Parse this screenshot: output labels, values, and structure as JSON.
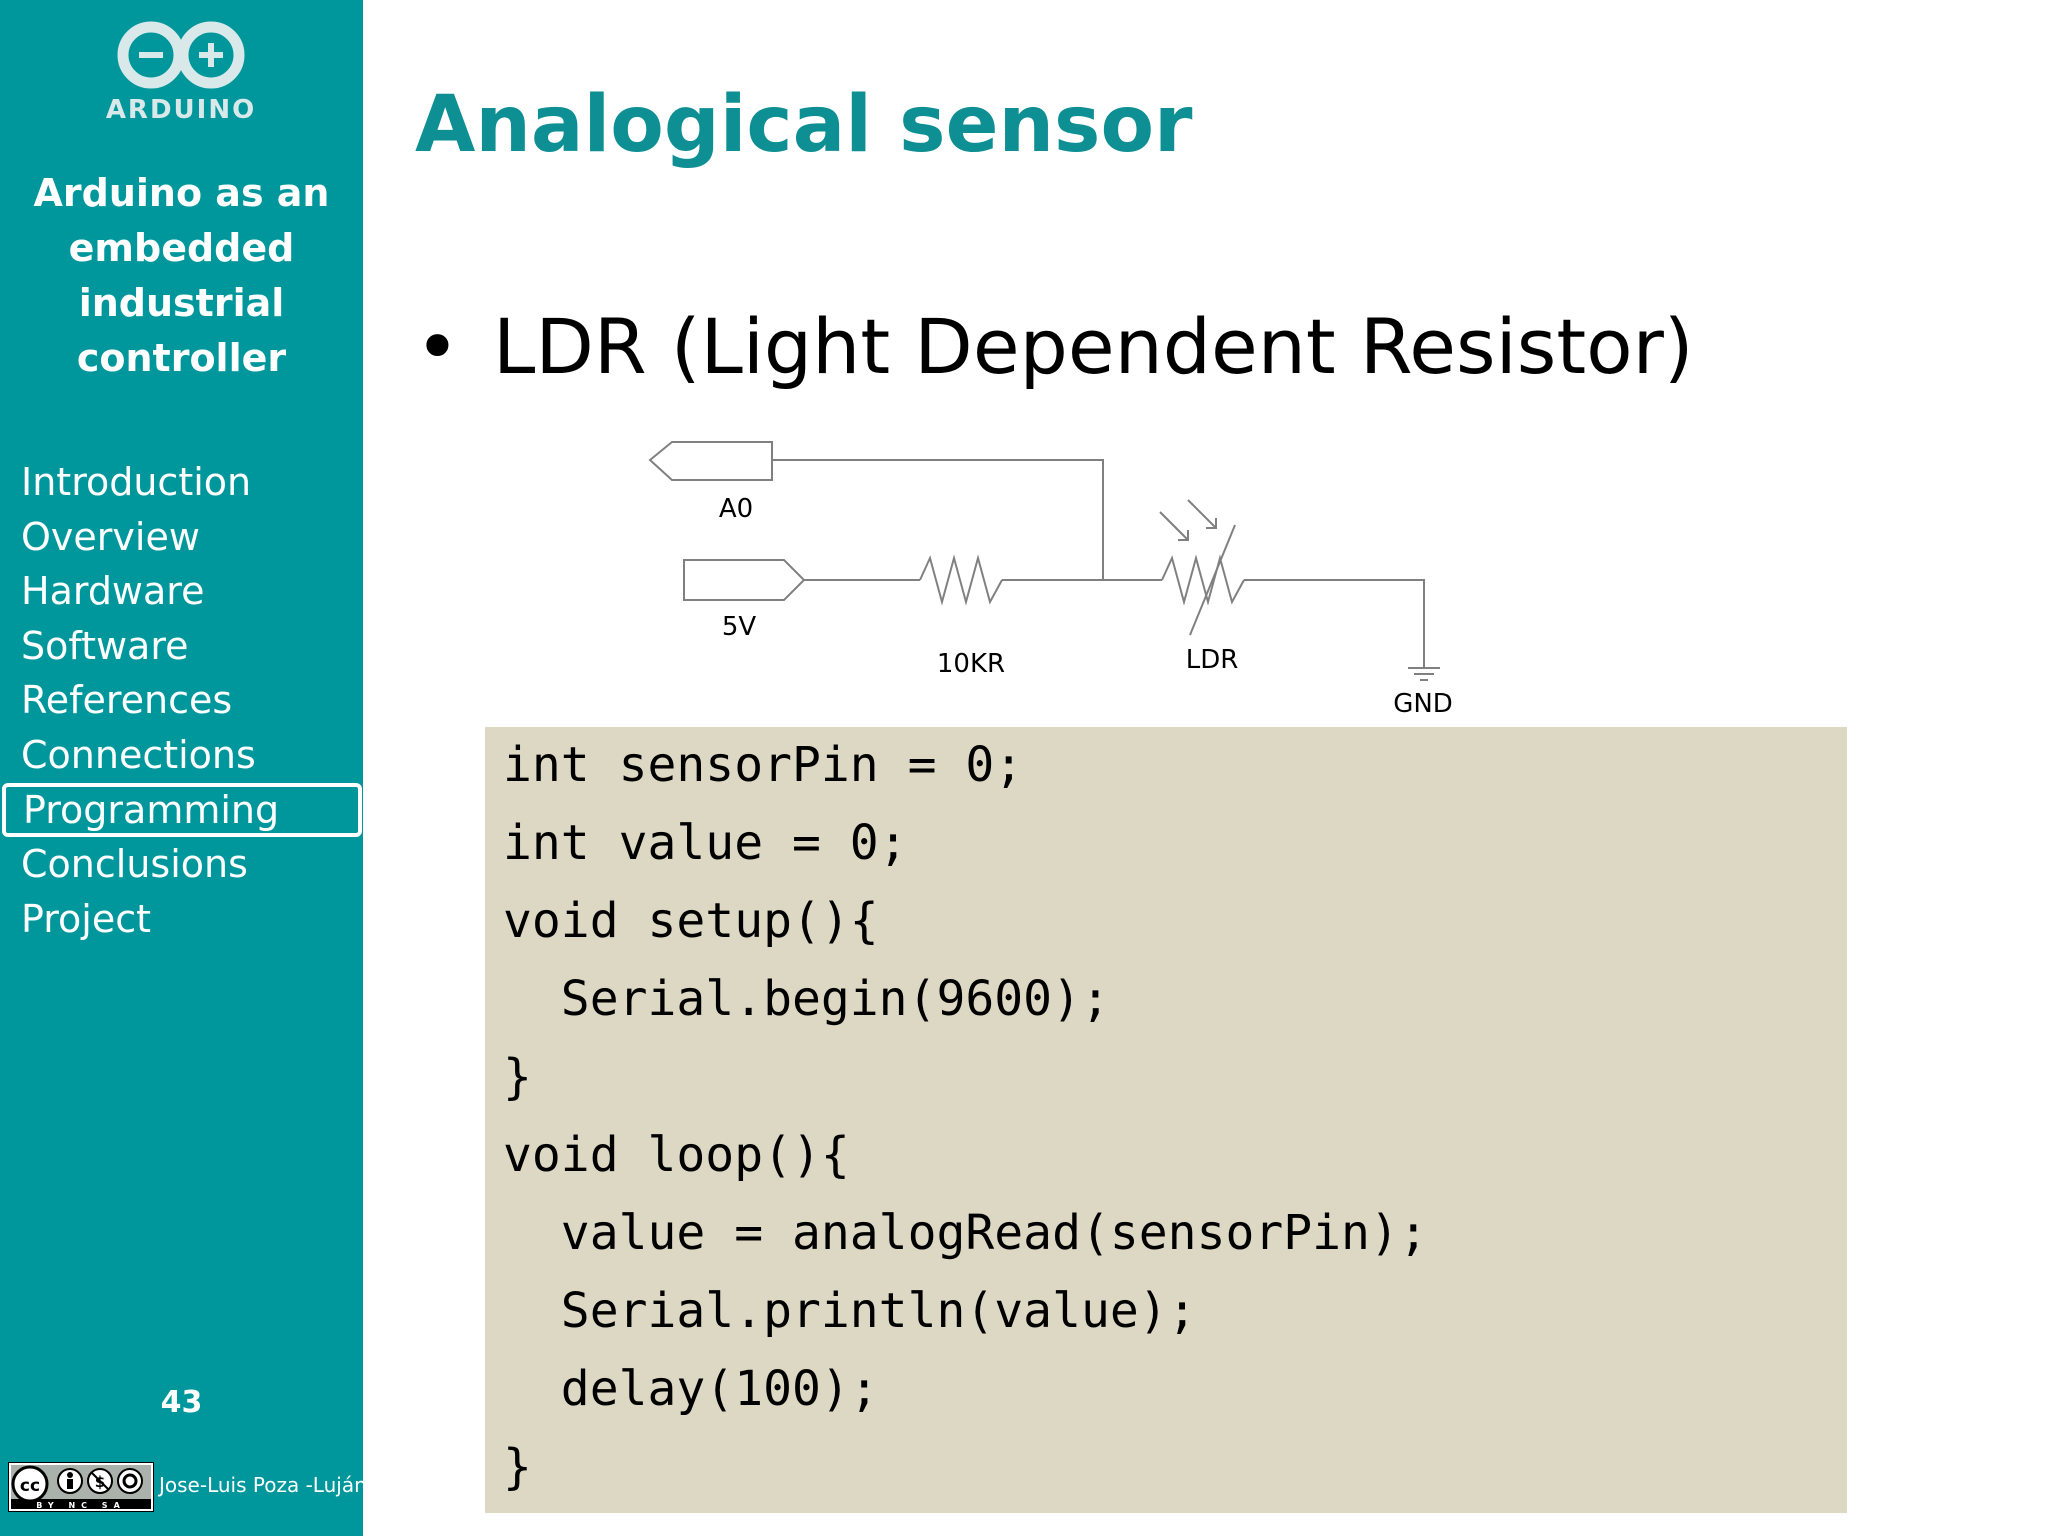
{
  "sidebar": {
    "logo_text": "ARDUINO",
    "course_title": [
      "Arduino as an",
      "embedded",
      "industrial",
      "controller"
    ],
    "nav_items": [
      "Introduction",
      "Overview",
      "Hardware",
      "Software",
      "References",
      "Connections",
      "Programming",
      "Conclusions",
      "Project"
    ],
    "active_item": "Programming",
    "page_number": "43",
    "author": "Jose-Luis Poza -Luján",
    "license_text": "BY NC SA"
  },
  "slide": {
    "title": "Analogical sensor",
    "bullet": "LDR  (Light Dependent Resistor)",
    "circuit_labels": {
      "a0": "A0",
      "v5": "5V",
      "resistor": "10KR",
      "ldr": "LDR",
      "gnd": "GND"
    },
    "code_lines": [
      "int sensorPin = 0;",
      "int value = 0;",
      "void setup(){",
      "  Serial.begin(9600);",
      "}",
      "void loop(){",
      "  value = analogRead(sensorPin);",
      "  Serial.println(value);",
      "  delay(100);",
      "}"
    ]
  },
  "colors": {
    "sidebar_bg": "#00979c",
    "title": "#0e8f93",
    "code_bg": "#ddd8c4"
  }
}
